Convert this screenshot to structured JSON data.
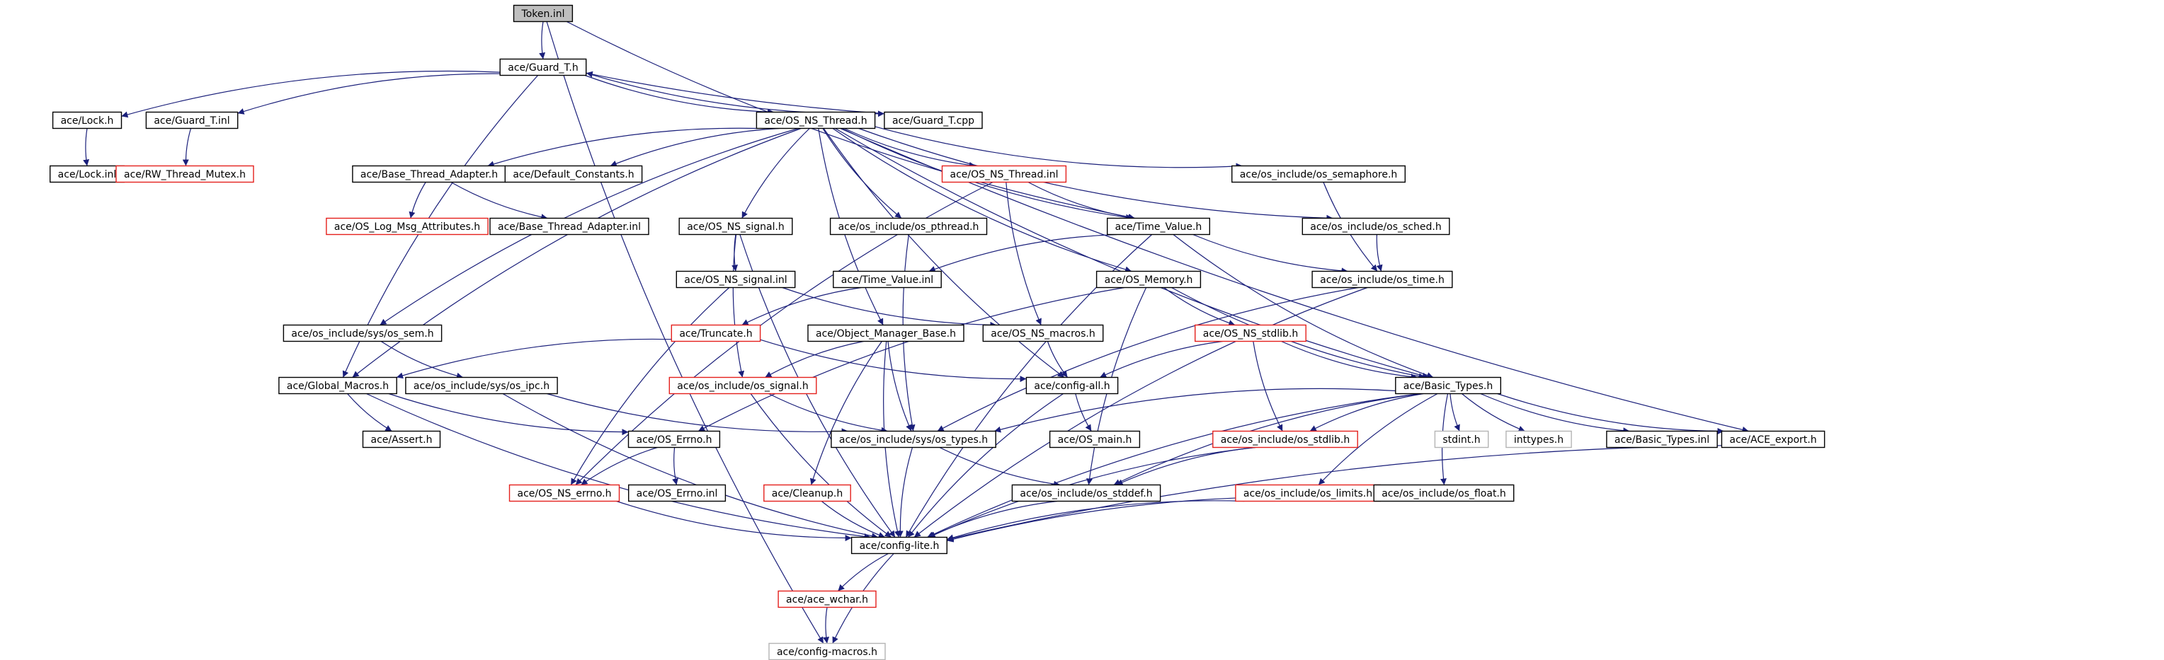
{
  "colors": {
    "edge": "#1a1f7a",
    "border_normal": "#000000",
    "border_red": "#e4201c",
    "border_gray": "#b4b4b4",
    "fill_root": "#bfbfbf",
    "fill_normal": "#ffffff",
    "text": "#000000"
  },
  "graph": {
    "nodes": [
      {
        "id": "token",
        "label": "Token.inl",
        "style": "root"
      },
      {
        "id": "guard_t_h",
        "label": "ace/Guard_T.h",
        "style": "normal"
      },
      {
        "id": "lock_h",
        "label": "ace/Lock.h",
        "style": "normal"
      },
      {
        "id": "guard_t_inl",
        "label": "ace/Guard_T.inl",
        "style": "normal"
      },
      {
        "id": "os_ns_thread_h",
        "label": "ace/OS_NS_Thread.h",
        "style": "normal"
      },
      {
        "id": "guard_t_cpp",
        "label": "ace/Guard_T.cpp",
        "style": "normal"
      },
      {
        "id": "lock_inl",
        "label": "ace/Lock.inl",
        "style": "normal"
      },
      {
        "id": "rw_thread_mutex",
        "label": "ace/RW_Thread_Mutex.h",
        "style": "red"
      },
      {
        "id": "base_thread_adapter_h",
        "label": "ace/Base_Thread_Adapter.h",
        "style": "normal"
      },
      {
        "id": "default_constants",
        "label": "ace/Default_Constants.h",
        "style": "normal"
      },
      {
        "id": "os_ns_thread_inl",
        "label": "ace/OS_NS_Thread.inl",
        "style": "red"
      },
      {
        "id": "os_semaphore",
        "label": "ace/os_include/os_semaphore.h",
        "style": "normal"
      },
      {
        "id": "os_log_msg",
        "label": "ace/OS_Log_Msg_Attributes.h",
        "style": "red"
      },
      {
        "id": "base_thread_adapter_inl",
        "label": "ace/Base_Thread_Adapter.inl",
        "style": "normal"
      },
      {
        "id": "os_ns_signal_h",
        "label": "ace/OS_NS_signal.h",
        "style": "normal"
      },
      {
        "id": "os_pthread",
        "label": "ace/os_include/os_pthread.h",
        "style": "normal"
      },
      {
        "id": "time_value_h",
        "label": "ace/Time_Value.h",
        "style": "normal"
      },
      {
        "id": "os_sched",
        "label": "ace/os_include/os_sched.h",
        "style": "normal"
      },
      {
        "id": "os_ns_signal_inl",
        "label": "ace/OS_NS_signal.inl",
        "style": "normal"
      },
      {
        "id": "time_value_inl",
        "label": "ace/Time_Value.inl",
        "style": "normal"
      },
      {
        "id": "os_memory",
        "label": "ace/OS_Memory.h",
        "style": "normal"
      },
      {
        "id": "os_time",
        "label": "ace/os_include/os_time.h",
        "style": "normal"
      },
      {
        "id": "os_sem",
        "label": "ace/os_include/sys/os_sem.h",
        "style": "normal"
      },
      {
        "id": "truncate",
        "label": "ace/Truncate.h",
        "style": "red"
      },
      {
        "id": "object_manager_base",
        "label": "ace/Object_Manager_Base.h",
        "style": "normal"
      },
      {
        "id": "os_ns_macros",
        "label": "ace/OS_NS_macros.h",
        "style": "normal"
      },
      {
        "id": "os_ns_stdlib",
        "label": "ace/OS_NS_stdlib.h",
        "style": "red"
      },
      {
        "id": "global_macros",
        "label": "ace/Global_Macros.h",
        "style": "normal"
      },
      {
        "id": "os_ipc",
        "label": "ace/os_include/sys/os_ipc.h",
        "style": "normal"
      },
      {
        "id": "os_signal",
        "label": "ace/os_include/os_signal.h",
        "style": "red"
      },
      {
        "id": "config_all",
        "label": "ace/config-all.h",
        "style": "normal"
      },
      {
        "id": "basic_types_h",
        "label": "ace/Basic_Types.h",
        "style": "normal"
      },
      {
        "id": "assert_h",
        "label": "ace/Assert.h",
        "style": "normal"
      },
      {
        "id": "os_errno_h",
        "label": "ace/OS_Errno.h",
        "style": "normal"
      },
      {
        "id": "os_types",
        "label": "ace/os_include/sys/os_types.h",
        "style": "normal"
      },
      {
        "id": "os_main",
        "label": "ace/OS_main.h",
        "style": "normal"
      },
      {
        "id": "os_stdlib",
        "label": "ace/os_include/os_stdlib.h",
        "style": "red"
      },
      {
        "id": "stdint",
        "label": "stdint.h",
        "style": "gray"
      },
      {
        "id": "inttypes",
        "label": "inttypes.h",
        "style": "gray"
      },
      {
        "id": "basic_types_inl",
        "label": "ace/Basic_Types.inl",
        "style": "normal"
      },
      {
        "id": "ace_export",
        "label": "ace/ACE_export.h",
        "style": "normal"
      },
      {
        "id": "os_ns_errno",
        "label": "ace/OS_NS_errno.h",
        "style": "red"
      },
      {
        "id": "os_errno_inl",
        "label": "ace/OS_Errno.inl",
        "style": "normal"
      },
      {
        "id": "cleanup",
        "label": "ace/Cleanup.h",
        "style": "red"
      },
      {
        "id": "os_stddef",
        "label": "ace/os_include/os_stddef.h",
        "style": "normal"
      },
      {
        "id": "os_limits",
        "label": "ace/os_include/os_limits.h",
        "style": "red"
      },
      {
        "id": "os_float",
        "label": "ace/os_include/os_float.h",
        "style": "normal"
      },
      {
        "id": "config_lite",
        "label": "ace/config-lite.h",
        "style": "normal"
      },
      {
        "id": "ace_wchar",
        "label": "ace/ace_wchar.h",
        "style": "red"
      },
      {
        "id": "config_macros",
        "label": "ace/config-macros.h",
        "style": "gray"
      }
    ],
    "edges": [
      [
        "token",
        "guard_t_h"
      ],
      [
        "token",
        "time_value_h"
      ],
      [
        "token",
        "config_macros"
      ],
      [
        "guard_t_h",
        "lock_h"
      ],
      [
        "guard_t_h",
        "guard_t_inl"
      ],
      [
        "guard_t_h",
        "os_ns_thread_h"
      ],
      [
        "guard_t_h",
        "guard_t_cpp"
      ],
      [
        "guard_t_h",
        "global_macros"
      ],
      [
        "guard_t_cpp",
        "guard_t_h"
      ],
      [
        "lock_h",
        "lock_inl"
      ],
      [
        "guard_t_inl",
        "rw_thread_mutex"
      ],
      [
        "os_ns_thread_h",
        "base_thread_adapter_h"
      ],
      [
        "os_ns_thread_h",
        "default_constants"
      ],
      [
        "os_ns_thread_h",
        "os_ns_thread_inl"
      ],
      [
        "os_ns_thread_h",
        "os_semaphore"
      ],
      [
        "os_ns_thread_h",
        "os_ns_signal_h"
      ],
      [
        "os_ns_thread_h",
        "os_pthread"
      ],
      [
        "os_ns_thread_h",
        "os_sched"
      ],
      [
        "os_ns_thread_h",
        "os_memory"
      ],
      [
        "os_ns_thread_h",
        "os_sem"
      ],
      [
        "os_ns_thread_h",
        "object_manager_base"
      ],
      [
        "os_ns_thread_h",
        "global_macros"
      ],
      [
        "os_ns_thread_h",
        "config_all"
      ],
      [
        "os_ns_thread_h",
        "basic_types_h"
      ],
      [
        "os_ns_thread_h",
        "ace_export"
      ],
      [
        "os_ns_thread_h",
        "time_value_h"
      ],
      [
        "base_thread_adapter_h",
        "os_log_msg"
      ],
      [
        "base_thread_adapter_h",
        "base_thread_adapter_inl"
      ],
      [
        "os_ns_thread_inl",
        "time_value_h"
      ],
      [
        "os_ns_thread_inl",
        "os_ns_macros"
      ],
      [
        "os_ns_thread_inl",
        "os_ns_errno"
      ],
      [
        "os_semaphore",
        "os_time"
      ],
      [
        "os_sched",
        "os_time"
      ],
      [
        "os_pthread",
        "os_types"
      ],
      [
        "os_ns_signal_h",
        "os_ns_signal_inl"
      ],
      [
        "os_ns_signal_h",
        "os_signal"
      ],
      [
        "os_ns_signal_h",
        "config_lite"
      ],
      [
        "os_ns_signal_inl",
        "os_ns_macros"
      ],
      [
        "os_ns_signal_inl",
        "os_ns_errno"
      ],
      [
        "time_value_h",
        "time_value_inl"
      ],
      [
        "time_value_h",
        "os_time"
      ],
      [
        "time_value_h",
        "basic_types_h"
      ],
      [
        "time_value_h",
        "config_lite"
      ],
      [
        "time_value_inl",
        "truncate"
      ],
      [
        "os_memory",
        "os_ns_stdlib"
      ],
      [
        "os_memory",
        "basic_types_h"
      ],
      [
        "os_memory",
        "os_errno_h"
      ],
      [
        "os_memory",
        "os_stddef"
      ],
      [
        "os_time",
        "os_types"
      ],
      [
        "os_time",
        "config_lite"
      ],
      [
        "os_sem",
        "os_ipc"
      ],
      [
        "truncate",
        "global_macros"
      ],
      [
        "truncate",
        "config_all"
      ],
      [
        "object_manager_base",
        "os_signal"
      ],
      [
        "object_manager_base",
        "os_types"
      ],
      [
        "object_manager_base",
        "cleanup"
      ],
      [
        "object_manager_base",
        "config_lite"
      ],
      [
        "os_ns_macros",
        "config_all"
      ],
      [
        "os_ns_stdlib",
        "basic_types_h"
      ],
      [
        "os_ns_stdlib",
        "config_all"
      ],
      [
        "os_ns_stdlib",
        "os_stdlib"
      ],
      [
        "global_macros",
        "assert_h"
      ],
      [
        "global_macros",
        "os_errno_h"
      ],
      [
        "global_macros",
        "config_lite"
      ],
      [
        "os_ipc",
        "os_types"
      ],
      [
        "os_ipc",
        "config_lite"
      ],
      [
        "os_signal",
        "os_types"
      ],
      [
        "os_signal",
        "config_lite"
      ],
      [
        "config_all",
        "os_main"
      ],
      [
        "config_all",
        "config_lite"
      ],
      [
        "basic_types_h",
        "os_types"
      ],
      [
        "basic_types_h",
        "os_stdlib"
      ],
      [
        "basic_types_h",
        "stdint"
      ],
      [
        "basic_types_h",
        "inttypes"
      ],
      [
        "basic_types_h",
        "basic_types_inl"
      ],
      [
        "basic_types_h",
        "ace_export"
      ],
      [
        "basic_types_h",
        "os_limits"
      ],
      [
        "basic_types_h",
        "os_float"
      ],
      [
        "basic_types_h",
        "os_stddef"
      ],
      [
        "basic_types_h",
        "config_lite"
      ],
      [
        "os_errno_h",
        "os_ns_errno"
      ],
      [
        "os_errno_h",
        "os_errno_inl"
      ],
      [
        "os_types",
        "os_stddef"
      ],
      [
        "os_types",
        "config_lite"
      ],
      [
        "os_stdlib",
        "os_stddef"
      ],
      [
        "os_stdlib",
        "config_lite"
      ],
      [
        "ace_export",
        "config_lite"
      ],
      [
        "os_ns_errno",
        "config_lite"
      ],
      [
        "cleanup",
        "config_lite"
      ],
      [
        "os_stddef",
        "config_lite"
      ],
      [
        "os_limits",
        "config_lite"
      ],
      [
        "os_float",
        "config_lite"
      ],
      [
        "config_lite",
        "ace_wchar"
      ],
      [
        "config_lite",
        "config_macros"
      ],
      [
        "ace_wchar",
        "config_macros"
      ]
    ]
  }
}
